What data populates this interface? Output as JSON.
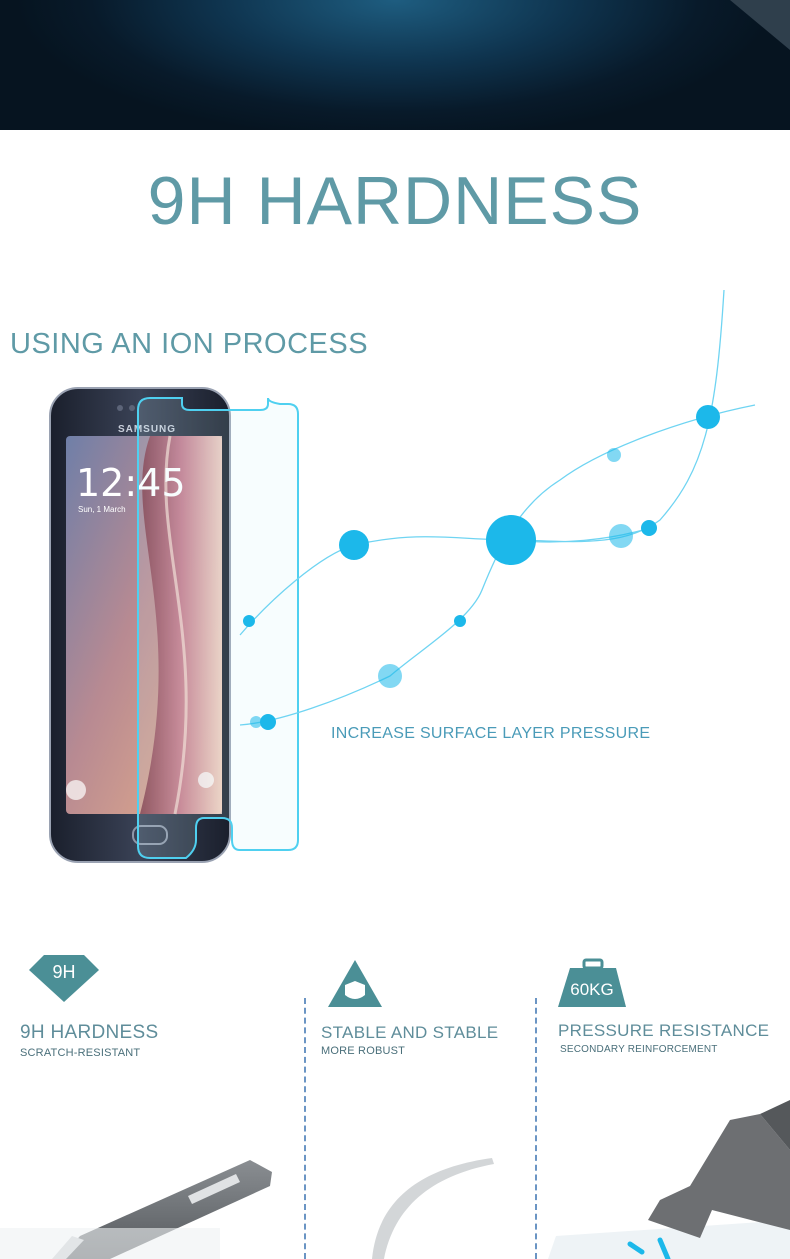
{
  "hero": {
    "title": "9H HARDNESS"
  },
  "ion": {
    "heading": "USING AN ION PROCESS",
    "pressure_label": "INCREASE SURFACE LAYER PRESSURE"
  },
  "phone": {
    "brand": "SAMSUNG",
    "time": "12:45",
    "date": "Sun, 1 March"
  },
  "features": [
    {
      "badge": "9H",
      "title": "9H HARDNESS",
      "subtitle": "SCRATCH-RESISTANT"
    },
    {
      "badge": "",
      "title": "STABLE AND STABLE",
      "subtitle": "MORE ROBUST"
    },
    {
      "badge": "60KG",
      "title": "PRESSURE RESISTANCE",
      "subtitle": "SECONDARY REINFORCEMENT"
    }
  ],
  "colors": {
    "accent": "#5f9aa6",
    "molecule": "#1cb8ea",
    "banner": "#0f3550"
  }
}
